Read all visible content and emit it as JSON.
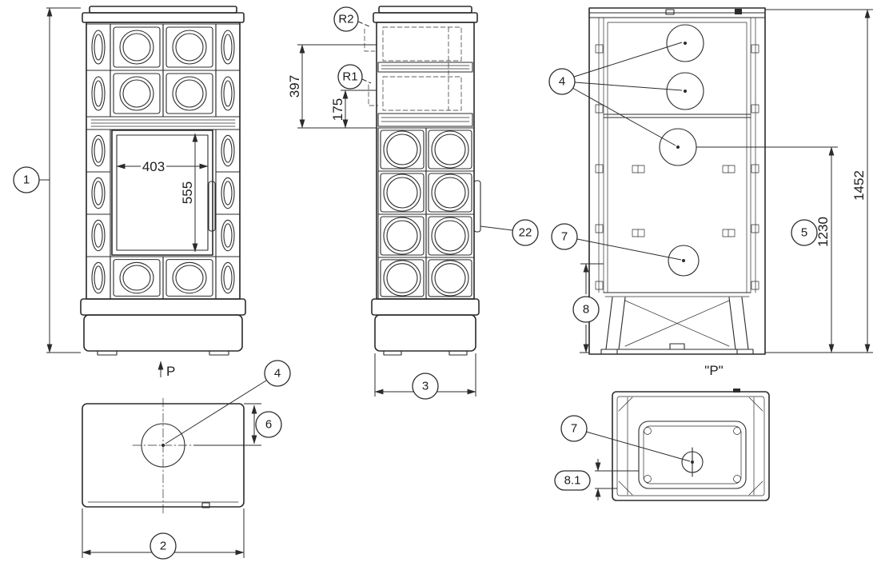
{
  "drawing": {
    "balloons": {
      "n1": "1",
      "n2": "2",
      "n3": "3",
      "n4": "4",
      "n5": "5",
      "n6": "6",
      "n7": "7",
      "n8": "8",
      "n8_1": "8.1",
      "n22": "22",
      "r1": "R1",
      "r2": "R2"
    },
    "dimensions": {
      "door_width": "403",
      "door_height": "555",
      "side_upper_height": "397",
      "side_lower_height": "175",
      "overall_height": "1452",
      "rear_panel_height": "1230"
    },
    "labels": {
      "p_arrow": "P",
      "p_view_title": "\"P\""
    }
  }
}
